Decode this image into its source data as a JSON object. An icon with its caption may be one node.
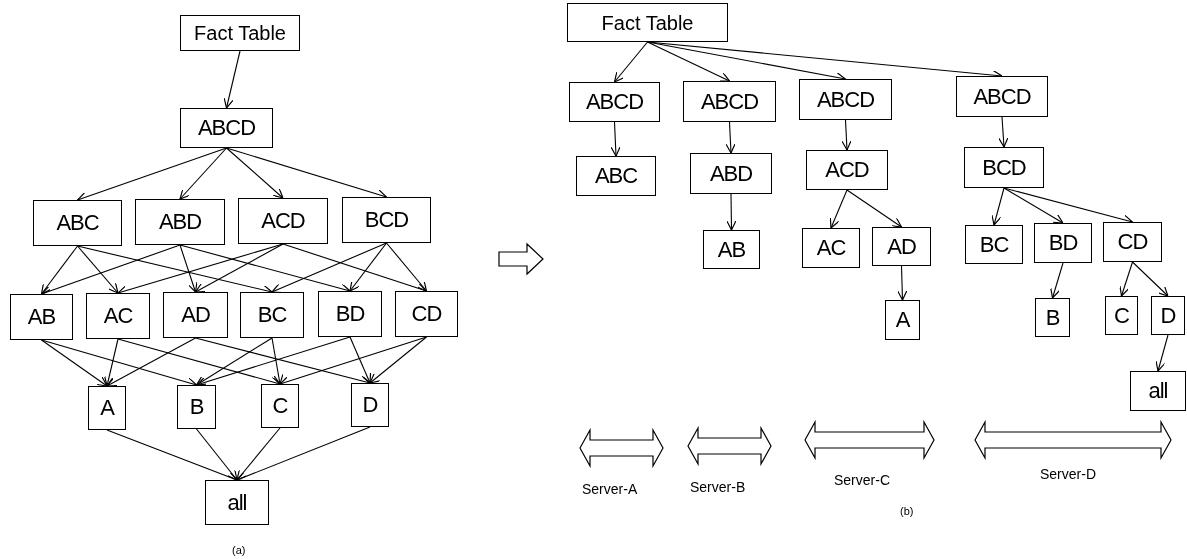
{
  "diagram": {
    "nodes": [
      {
        "text": [
          "Fact Table"
        ]
      },
      {
        "text": [
          "ABCD"
        ]
      },
      {
        "text": [
          "ABC"
        ]
      },
      {
        "text": [
          "ABD"
        ]
      },
      {
        "text": [
          "ACD"
        ]
      },
      {
        "text": [
          "BCD"
        ]
      },
      {
        "text": [
          "AB"
        ]
      },
      {
        "text": [
          "AC"
        ]
      },
      {
        "text": [
          "AD"
        ]
      },
      {
        "text": [
          "BC"
        ]
      },
      {
        "text": [
          "BD"
        ]
      },
      {
        "text": [
          "CD"
        ]
      },
      {
        "text": [
          "A"
        ]
      },
      {
        "text": [
          "B"
        ]
      },
      {
        "text": [
          "C"
        ]
      },
      {
        "text": [
          "D"
        ]
      },
      {
        "text": [
          "all"
        ]
      },
      {
        "text": [
          "Fact Table"
        ]
      },
      {
        "text": [
          "ABCD"
        ]
      },
      {
        "text": [
          "ABCD"
        ]
      },
      {
        "text": [
          "ABCD"
        ]
      },
      {
        "text": [
          "ABCD"
        ]
      },
      {
        "text": [
          "ABC"
        ]
      },
      {
        "text": [
          "ABD"
        ]
      },
      {
        "text": [
          "ACD"
        ]
      },
      {
        "text": [
          "BCD"
        ]
      },
      {
        "text": [
          "AB"
        ]
      },
      {
        "text": [
          "AC"
        ]
      },
      {
        "text": [
          "AD"
        ]
      },
      {
        "text": [
          "BC"
        ]
      },
      {
        "text": [
          "BD"
        ]
      },
      {
        "text": [
          "CD"
        ]
      },
      {
        "text": [
          "A"
        ]
      },
      {
        "text": [
          "B"
        ]
      },
      {
        "text": [
          "C"
        ]
      },
      {
        "text": [
          "D"
        ]
      },
      {
        "text": [
          "all"
        ]
      }
    ],
    "edges": [
      {
        "from": 0,
        "to": 1,
        "arrow": "to"
      },
      {
        "from": 1,
        "to": 2,
        "arrow": "to"
      },
      {
        "from": 1,
        "to": 3,
        "arrow": "to"
      },
      {
        "from": 1,
        "to": 4,
        "arrow": "to"
      },
      {
        "from": 1,
        "to": 5,
        "arrow": "to"
      },
      {
        "from": 2,
        "to": 6,
        "arrow": "to"
      },
      {
        "from": 2,
        "to": 7,
        "arrow": "to"
      },
      {
        "from": 2,
        "to": 9,
        "arrow": "to"
      },
      {
        "from": 3,
        "to": 6,
        "arrow": "to"
      },
      {
        "from": 3,
        "to": 8,
        "arrow": "to"
      },
      {
        "from": 3,
        "to": 10,
        "arrow": "to"
      },
      {
        "from": 4,
        "to": 7,
        "arrow": "to"
      },
      {
        "from": 4,
        "to": 8,
        "arrow": "to"
      },
      {
        "from": 4,
        "to": 11,
        "arrow": "to"
      },
      {
        "from": 5,
        "to": 9,
        "arrow": "to"
      },
      {
        "from": 5,
        "to": 10,
        "arrow": "to"
      },
      {
        "from": 5,
        "to": 11,
        "arrow": "to"
      },
      {
        "from": 6,
        "to": 12,
        "arrow": "to"
      },
      {
        "from": 6,
        "to": 13,
        "arrow": "to"
      },
      {
        "from": 7,
        "to": 12,
        "arrow": "to"
      },
      {
        "from": 7,
        "to": 14,
        "arrow": "to"
      },
      {
        "from": 8,
        "to": 12,
        "arrow": "to"
      },
      {
        "from": 8,
        "to": 15,
        "arrow": "to"
      },
      {
        "from": 9,
        "to": 13,
        "arrow": "to"
      },
      {
        "from": 9,
        "to": 14,
        "arrow": "to"
      },
      {
        "from": 10,
        "to": 13,
        "arrow": "to"
      },
      {
        "from": 10,
        "to": 15,
        "arrow": "to"
      },
      {
        "from": 11,
        "to": 14,
        "arrow": "to"
      },
      {
        "from": 11,
        "to": 15,
        "arrow": "to"
      },
      {
        "from": 12,
        "to": 16,
        "arrow": "to"
      },
      {
        "from": 13,
        "to": 16,
        "arrow": "to"
      },
      {
        "from": 14,
        "to": 16,
        "arrow": "to"
      },
      {
        "from": 15,
        "to": 16,
        "arrow": "to"
      },
      {
        "from": 17,
        "to": 18,
        "arrow": "to"
      },
      {
        "from": 17,
        "to": 19,
        "arrow": "to"
      },
      {
        "from": 17,
        "to": 20,
        "arrow": "to"
      },
      {
        "from": 17,
        "to": 21,
        "arrow": "to"
      },
      {
        "from": 18,
        "to": 22,
        "arrow": "to"
      },
      {
        "from": 19,
        "to": 23,
        "arrow": "to"
      },
      {
        "from": 20,
        "to": 24,
        "arrow": "to"
      },
      {
        "from": 21,
        "to": 25,
        "arrow": "to"
      },
      {
        "from": 23,
        "to": 26,
        "arrow": "to"
      },
      {
        "from": 24,
        "to": 27,
        "arrow": "to"
      },
      {
        "from": 24,
        "to": 28,
        "arrow": "to"
      },
      {
        "from": 28,
        "to": 32,
        "arrow": "to"
      },
      {
        "from": 25,
        "to": 29,
        "arrow": "to"
      },
      {
        "from": 25,
        "to": 30,
        "arrow": "to"
      },
      {
        "from": 25,
        "to": 31,
        "arrow": "to"
      },
      {
        "from": 30,
        "to": 33,
        "arrow": "to"
      },
      {
        "from": 31,
        "to": 34,
        "arrow": "to"
      },
      {
        "from": 31,
        "to": 35,
        "arrow": "to"
      },
      {
        "from": 35,
        "to": 36,
        "arrow": "to"
      }
    ],
    "labels": [
      "(a)",
      "Server-A",
      "Server-B",
      "Server-C",
      "Server-D",
      "(b)"
    ]
  }
}
